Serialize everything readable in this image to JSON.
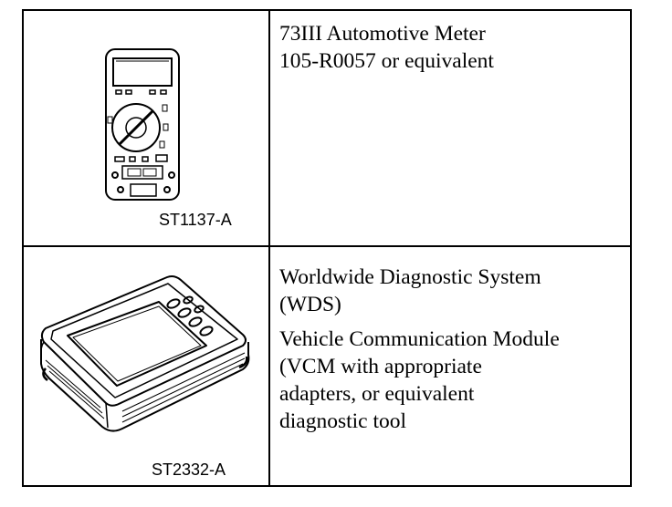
{
  "rows": [
    {
      "figure_label": "ST1137-A",
      "figure_icon": "multimeter-icon",
      "lines": [
        "73III Automotive Meter",
        "105-R0057 or equivalent"
      ]
    },
    {
      "figure_label": "ST2332-A",
      "figure_icon": "diagnostic-system-icon",
      "lines": [
        "Worldwide Diagnostic System",
        "(WDS)",
        "Vehicle Communication Module",
        "(VCM with appropriate",
        "adapters, or equivalent",
        "diagnostic tool"
      ]
    }
  ]
}
